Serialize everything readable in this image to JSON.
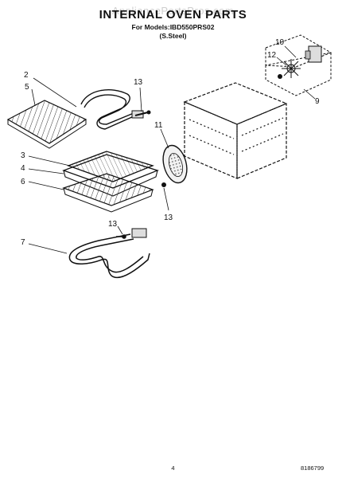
{
  "header": {
    "watermark": "AppliancePartsPros.com",
    "title": "INTERNAL OVEN PARTS",
    "models_line": "For Models:IBD550PRS02",
    "finish_line": "(S.Steel)"
  },
  "callouts": {
    "c2": "2",
    "c5": "5",
    "c13a": "13",
    "c11": "11",
    "c10": "10",
    "c12": "12",
    "c9": "9",
    "c3": "3",
    "c4": "4",
    "c6": "6",
    "c13b": "13",
    "c13c": "13",
    "c7": "7"
  },
  "footer": {
    "page_number": "4",
    "doc_number": "8186799"
  }
}
